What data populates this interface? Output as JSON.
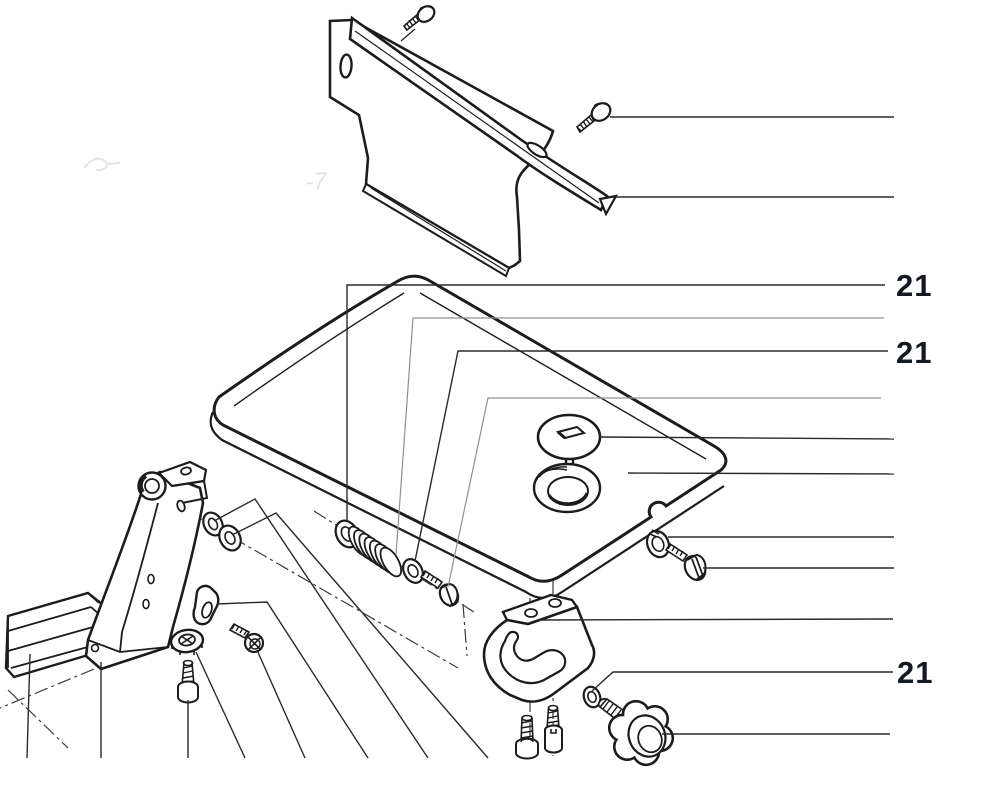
{
  "figure": {
    "type": "exploded-parts-diagram",
    "description": "Exploded view line drawing of a table / cover assembly with fasteners and callout leader lines",
    "background_color": "#ffffff",
    "line_color": "#1c1c1c",
    "light_line_color": "#909090",
    "label_color": "#14181f"
  },
  "callouts": [
    {
      "text": "21"
    },
    {
      "text": "21"
    },
    {
      "text": "21"
    }
  ],
  "watermark": {
    "text": "-7"
  }
}
